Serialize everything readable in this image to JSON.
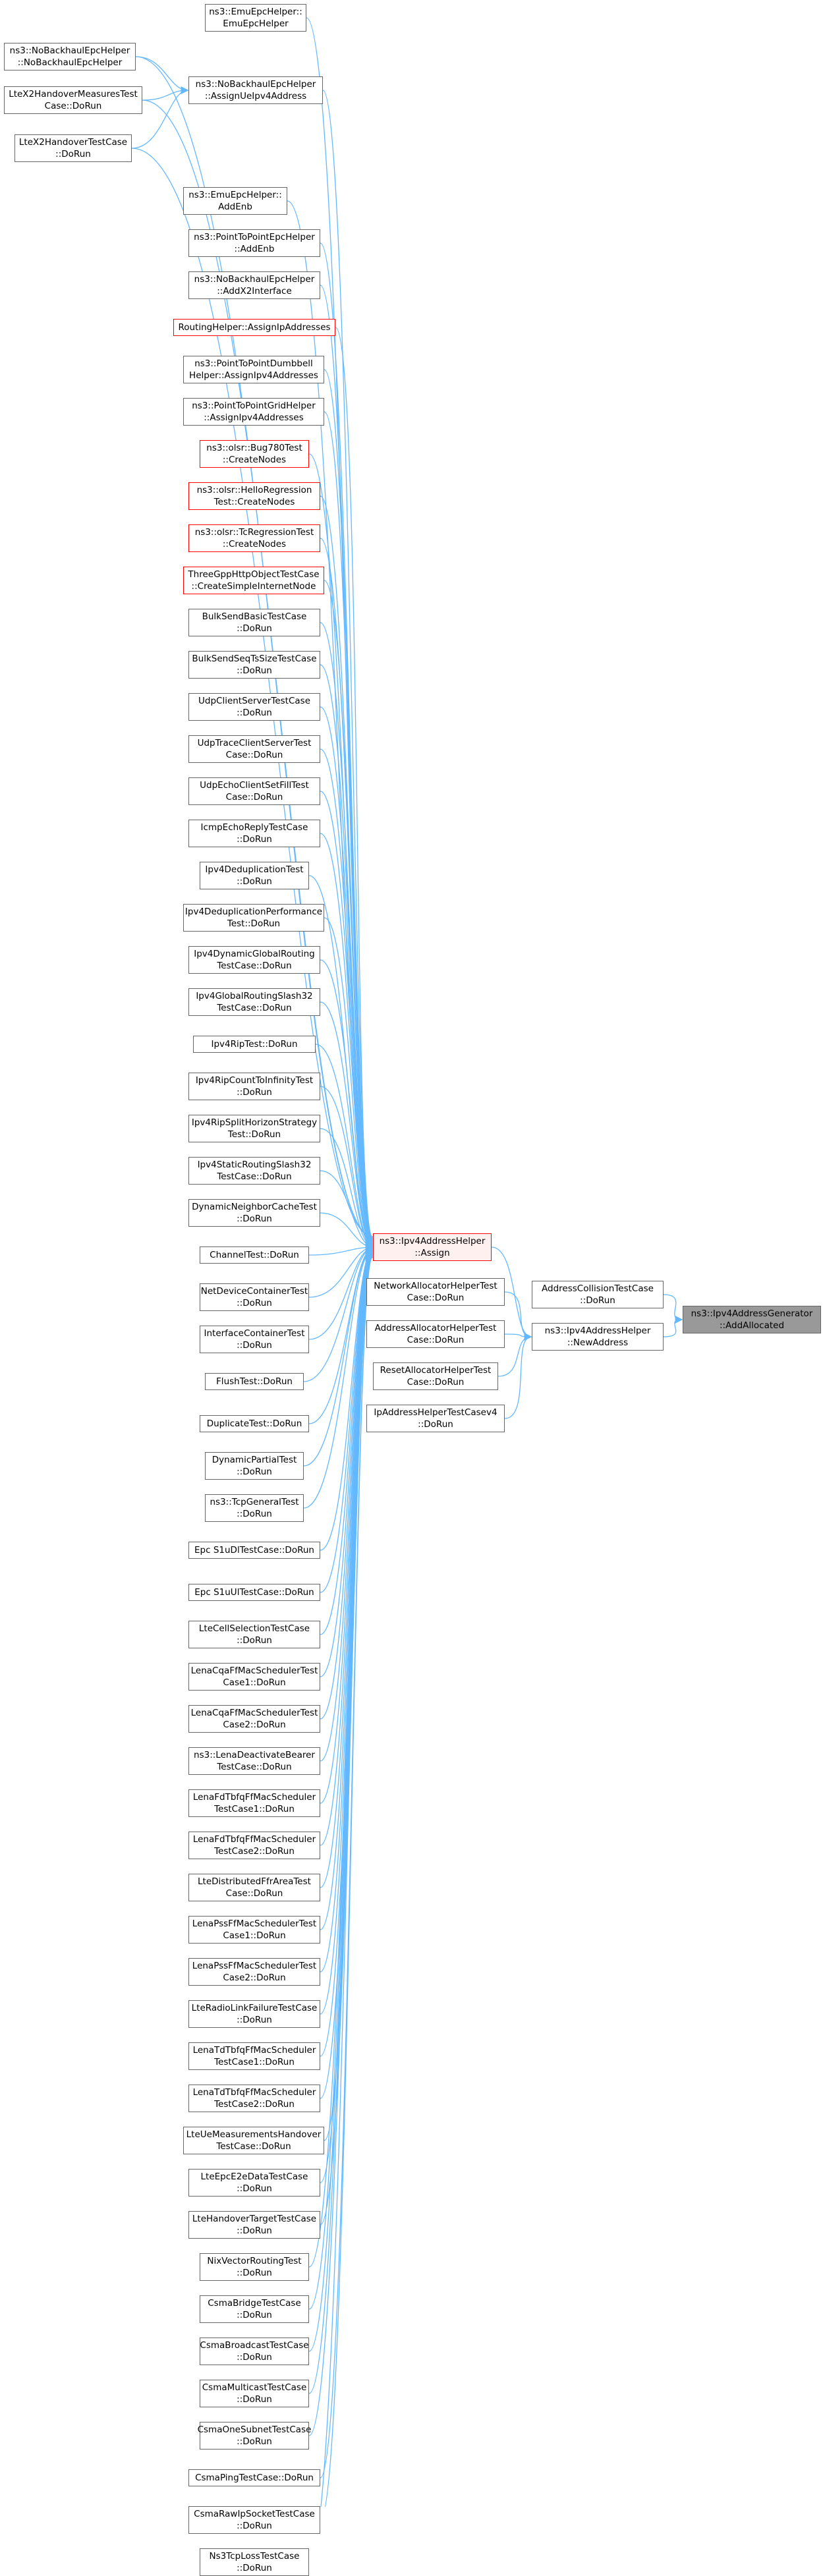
{
  "graph_type": "caller-graph",
  "colors": {
    "edge": "#63b8ff",
    "node_border": "#666666",
    "node_border_red": "#ff0000",
    "focus_fill": "#999999",
    "highlight_fill": "#fff0f0"
  },
  "nodes": [
    {
      "id": "n0",
      "lines": [
        "ns3::Ipv4AddressGenerator",
        "::AddAllocated"
      ],
      "style": "focus"
    },
    {
      "id": "n1",
      "lines": [
        "AddressCollisionTestCase",
        "::DoRun"
      ]
    },
    {
      "id": "n2",
      "lines": [
        "ns3::Ipv4AddressHelper",
        "::NewAddress"
      ]
    },
    {
      "id": "n3",
      "lines": [
        "ns3::Ipv4AddressHelper",
        "::Assign"
      ],
      "style": "highlight"
    },
    {
      "id": "n4",
      "lines": [
        "ns3::EmuEpcHelper::",
        "EmuEpcHelper"
      ]
    },
    {
      "id": "n5",
      "lines": [
        "ns3::NoBackhaulEpcHelper",
        "::NoBackhaulEpcHelper"
      ]
    },
    {
      "id": "n6",
      "lines": [
        "ns3::NoBackhaulEpcHelper",
        "::AssignUeIpv4Address"
      ]
    },
    {
      "id": "n7",
      "lines": [
        "LteX2HandoverMeasuresTest",
        "Case::DoRun"
      ]
    },
    {
      "id": "n8",
      "lines": [
        "LteX2HandoverTestCase",
        "::DoRun"
      ]
    },
    {
      "id": "n9",
      "lines": [
        "ns3::EmuEpcHelper::",
        "AddEnb"
      ]
    },
    {
      "id": "n10",
      "lines": [
        "ns3::PointToPointEpcHelper",
        "::AddEnb"
      ]
    },
    {
      "id": "n11",
      "lines": [
        "ns3::NoBackhaulEpcHelper",
        "::AddX2Interface"
      ]
    },
    {
      "id": "n12",
      "lines": [
        "RoutingHelper::AssignIpAddresses"
      ],
      "style": "red"
    },
    {
      "id": "n13",
      "lines": [
        "ns3::PointToPointDumbbell",
        "Helper::AssignIpv4Addresses"
      ]
    },
    {
      "id": "n14",
      "lines": [
        "ns3::PointToPointGridHelper",
        "::AssignIpv4Addresses"
      ]
    },
    {
      "id": "n15",
      "lines": [
        "ns3::olsr::Bug780Test",
        "::CreateNodes"
      ],
      "style": "red"
    },
    {
      "id": "n16",
      "lines": [
        "ns3::olsr::HelloRegression",
        "Test::CreateNodes"
      ],
      "style": "red"
    },
    {
      "id": "n17",
      "lines": [
        "ns3::olsr::TcRegressionTest",
        "::CreateNodes"
      ],
      "style": "red"
    },
    {
      "id": "n18",
      "lines": [
        "ThreeGppHttpObjectTestCase",
        "::CreateSimpleInternetNode"
      ],
      "style": "red"
    },
    {
      "id": "n19",
      "lines": [
        "BulkSendBasicTestCase",
        "::DoRun"
      ]
    },
    {
      "id": "n20",
      "lines": [
        "BulkSendSeqTsSizeTestCase",
        "::DoRun"
      ]
    },
    {
      "id": "n21",
      "lines": [
        "UdpClientServerTestCase",
        "::DoRun"
      ]
    },
    {
      "id": "n22",
      "lines": [
        "UdpTraceClientServerTest",
        "Case::DoRun"
      ]
    },
    {
      "id": "n23",
      "lines": [
        "UdpEchoClientSetFillTest",
        "Case::DoRun"
      ]
    },
    {
      "id": "n24",
      "lines": [
        "IcmpEchoReplyTestCase",
        "::DoRun"
      ]
    },
    {
      "id": "n25",
      "lines": [
        "Ipv4DeduplicationTest",
        "::DoRun"
      ]
    },
    {
      "id": "n26",
      "lines": [
        "Ipv4DeduplicationPerformance",
        "Test::DoRun"
      ]
    },
    {
      "id": "n27",
      "lines": [
        "Ipv4DynamicGlobalRouting",
        "TestCase::DoRun"
      ]
    },
    {
      "id": "n28",
      "lines": [
        "Ipv4GlobalRoutingSlash32",
        "TestCase::DoRun"
      ]
    },
    {
      "id": "n29",
      "lines": [
        "Ipv4RipTest::DoRun"
      ]
    },
    {
      "id": "n30",
      "lines": [
        "Ipv4RipCountToInfinityTest",
        "::DoRun"
      ]
    },
    {
      "id": "n31",
      "lines": [
        "Ipv4RipSplitHorizonStrategy",
        "Test::DoRun"
      ]
    },
    {
      "id": "n32",
      "lines": [
        "Ipv4StaticRoutingSlash32",
        "TestCase::DoRun"
      ]
    },
    {
      "id": "n33",
      "lines": [
        "DynamicNeighborCacheTest",
        "::DoRun"
      ]
    },
    {
      "id": "n34",
      "lines": [
        "ChannelTest::DoRun"
      ]
    },
    {
      "id": "n35",
      "lines": [
        "NetDeviceContainerTest",
        "::DoRun"
      ]
    },
    {
      "id": "n36",
      "lines": [
        "InterfaceContainerTest",
        "::DoRun"
      ]
    },
    {
      "id": "n37",
      "lines": [
        "FlushTest::DoRun"
      ]
    },
    {
      "id": "n38",
      "lines": [
        "DuplicateTest::DoRun"
      ]
    },
    {
      "id": "n39",
      "lines": [
        "DynamicPartialTest",
        "::DoRun"
      ]
    },
    {
      "id": "n40",
      "lines": [
        "ns3::TcpGeneralTest",
        "::DoRun"
      ]
    },
    {
      "id": "n41",
      "lines": [
        "Epc S1uDlTestCase::DoRun"
      ]
    },
    {
      "id": "n42",
      "lines": [
        "Epc S1uUlTestCase::DoRun"
      ]
    },
    {
      "id": "n43",
      "lines": [
        "LteCellSelectionTestCase",
        "::DoRun"
      ]
    },
    {
      "id": "n44",
      "lines": [
        "LenaCqaFfMacSchedulerTest",
        "Case1::DoRun"
      ]
    },
    {
      "id": "n45",
      "lines": [
        "LenaCqaFfMacSchedulerTest",
        "Case2::DoRun"
      ]
    },
    {
      "id": "n46",
      "lines": [
        "ns3::LenaDeactivateBearer",
        "TestCase::DoRun"
      ]
    },
    {
      "id": "n47",
      "lines": [
        "LenaFdTbfqFfMacScheduler",
        "TestCase1::DoRun"
      ]
    },
    {
      "id": "n48",
      "lines": [
        "LenaFdTbfqFfMacScheduler",
        "TestCase2::DoRun"
      ]
    },
    {
      "id": "n49",
      "lines": [
        "LteDistributedFfrAreaTest",
        "Case::DoRun"
      ]
    },
    {
      "id": "n50",
      "lines": [
        "LenaPssFfMacSchedulerTest",
        "Case1::DoRun"
      ]
    },
    {
      "id": "n51",
      "lines": [
        "LenaPssFfMacSchedulerTest",
        "Case2::DoRun"
      ]
    },
    {
      "id": "n52",
      "lines": [
        "LteRadioLinkFailureTestCase",
        "::DoRun"
      ]
    },
    {
      "id": "n53",
      "lines": [
        "LenaTdTbfqFfMacScheduler",
        "TestCase1::DoRun"
      ]
    },
    {
      "id": "n54",
      "lines": [
        "LenaTdTbfqFfMacScheduler",
        "TestCase2::DoRun"
      ]
    },
    {
      "id": "n55",
      "lines": [
        "LteUeMeasurementsHandover",
        "TestCase::DoRun"
      ]
    },
    {
      "id": "n56",
      "lines": [
        "LteEpcE2eDataTestCase",
        "::DoRun"
      ]
    },
    {
      "id": "n57",
      "lines": [
        "LteHandoverTargetTestCase",
        "::DoRun"
      ]
    },
    {
      "id": "n58",
      "lines": [
        "NixVectorRoutingTest",
        "::DoRun"
      ]
    },
    {
      "id": "n59",
      "lines": [
        "CsmaBridgeTestCase",
        "::DoRun"
      ]
    },
    {
      "id": "n60",
      "lines": [
        "CsmaBroadcastTestCase",
        "::DoRun"
      ]
    },
    {
      "id": "n61",
      "lines": [
        "CsmaMulticastTestCase",
        "::DoRun"
      ]
    },
    {
      "id": "n62",
      "lines": [
        "CsmaOneSubnetTestCase",
        "::DoRun"
      ]
    },
    {
      "id": "n63",
      "lines": [
        "CsmaPingTestCase::DoRun"
      ]
    },
    {
      "id": "n64",
      "lines": [
        "CsmaRawIpSocketTestCase",
        "::DoRun"
      ]
    },
    {
      "id": "n65",
      "lines": [
        "Ns3TcpLossTestCase",
        "::DoRun"
      ]
    },
    {
      "id": "n66",
      "lines": [
        "NetworkAllocatorHelperTest",
        "Case::DoRun"
      ]
    },
    {
      "id": "n67",
      "lines": [
        "AddressAllocatorHelperTest",
        "Case::DoRun"
      ]
    },
    {
      "id": "n68",
      "lines": [
        "ResetAllocatorHelperTest",
        "Case::DoRun"
      ]
    },
    {
      "id": "n69",
      "lines": [
        "IpAddressHelperTestCasev4",
        "::DoRun"
      ]
    }
  ],
  "edges": [
    [
      "n1",
      "n0"
    ],
    [
      "n2",
      "n0"
    ],
    [
      "n3",
      "n2"
    ],
    [
      "n66",
      "n2"
    ],
    [
      "n67",
      "n2"
    ],
    [
      "n68",
      "n2"
    ],
    [
      "n69",
      "n2"
    ],
    [
      "n4",
      "n3"
    ],
    [
      "n5",
      "n3"
    ],
    [
      "n6",
      "n3"
    ],
    [
      "n7",
      "n3"
    ],
    [
      "n8",
      "n3"
    ],
    [
      "n9",
      "n3"
    ],
    [
      "n10",
      "n3"
    ],
    [
      "n11",
      "n3"
    ],
    [
      "n12",
      "n3"
    ],
    [
      "n13",
      "n3"
    ],
    [
      "n14",
      "n3"
    ],
    [
      "n15",
      "n3"
    ],
    [
      "n16",
      "n3"
    ],
    [
      "n17",
      "n3"
    ],
    [
      "n18",
      "n3"
    ],
    [
      "n19",
      "n3"
    ],
    [
      "n20",
      "n3"
    ],
    [
      "n21",
      "n3"
    ],
    [
      "n22",
      "n3"
    ],
    [
      "n23",
      "n3"
    ],
    [
      "n24",
      "n3"
    ],
    [
      "n25",
      "n3"
    ],
    [
      "n26",
      "n3"
    ],
    [
      "n27",
      "n3"
    ],
    [
      "n28",
      "n3"
    ],
    [
      "n29",
      "n3"
    ],
    [
      "n30",
      "n3"
    ],
    [
      "n31",
      "n3"
    ],
    [
      "n32",
      "n3"
    ],
    [
      "n33",
      "n3"
    ],
    [
      "n34",
      "n3"
    ],
    [
      "n35",
      "n3"
    ],
    [
      "n36",
      "n3"
    ],
    [
      "n37",
      "n3"
    ],
    [
      "n38",
      "n3"
    ],
    [
      "n39",
      "n3"
    ],
    [
      "n40",
      "n3"
    ],
    [
      "n41",
      "n3"
    ],
    [
      "n42",
      "n3"
    ],
    [
      "n43",
      "n3"
    ],
    [
      "n44",
      "n3"
    ],
    [
      "n45",
      "n3"
    ],
    [
      "n46",
      "n3"
    ],
    [
      "n47",
      "n3"
    ],
    [
      "n48",
      "n3"
    ],
    [
      "n49",
      "n3"
    ],
    [
      "n50",
      "n3"
    ],
    [
      "n51",
      "n3"
    ],
    [
      "n52",
      "n3"
    ],
    [
      "n53",
      "n3"
    ],
    [
      "n54",
      "n3"
    ],
    [
      "n55",
      "n3"
    ],
    [
      "n56",
      "n3"
    ],
    [
      "n57",
      "n3"
    ],
    [
      "n58",
      "n3"
    ],
    [
      "n59",
      "n3"
    ],
    [
      "n60",
      "n3"
    ],
    [
      "n61",
      "n3"
    ],
    [
      "n62",
      "n3"
    ],
    [
      "n63",
      "n3"
    ],
    [
      "n64",
      "n3"
    ],
    [
      "n65",
      "n3"
    ],
    [
      "n5",
      "n6"
    ],
    [
      "n7",
      "n6"
    ],
    [
      "n8",
      "n6"
    ]
  ]
}
